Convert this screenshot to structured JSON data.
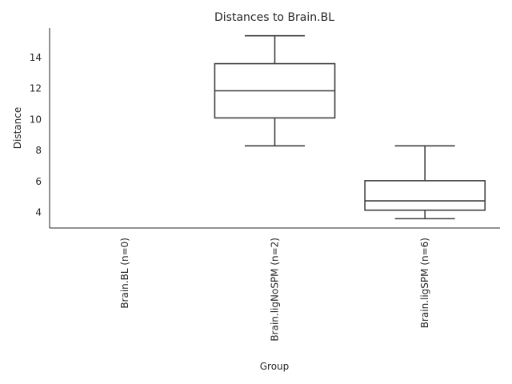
{
  "chart_data": {
    "type": "box",
    "title": "Distances to Brain.BL",
    "xlabel": "Group",
    "ylabel": "Distance",
    "ylim": [
      3.0,
      15.9
    ],
    "yticks": [
      4,
      6,
      8,
      10,
      12,
      14
    ],
    "categories": [
      "Brain.BL (n=0)",
      "Brain.ligNoSPM (n=2)",
      "Brain.ligSPM (n=6)"
    ],
    "boxes": [
      null,
      {
        "whisker_low": 8.3,
        "q1": 10.1,
        "median": 11.85,
        "q3": 13.6,
        "whisker_high": 15.4
      },
      {
        "whisker_low": 3.6,
        "q1": 4.15,
        "median": 4.75,
        "q3": 6.05,
        "whisker_high": 8.3
      }
    ],
    "grid": false,
    "colors": {
      "box_fill": "#ffffff",
      "box_edge": "#3f3f3f",
      "axis": "#262626"
    }
  }
}
